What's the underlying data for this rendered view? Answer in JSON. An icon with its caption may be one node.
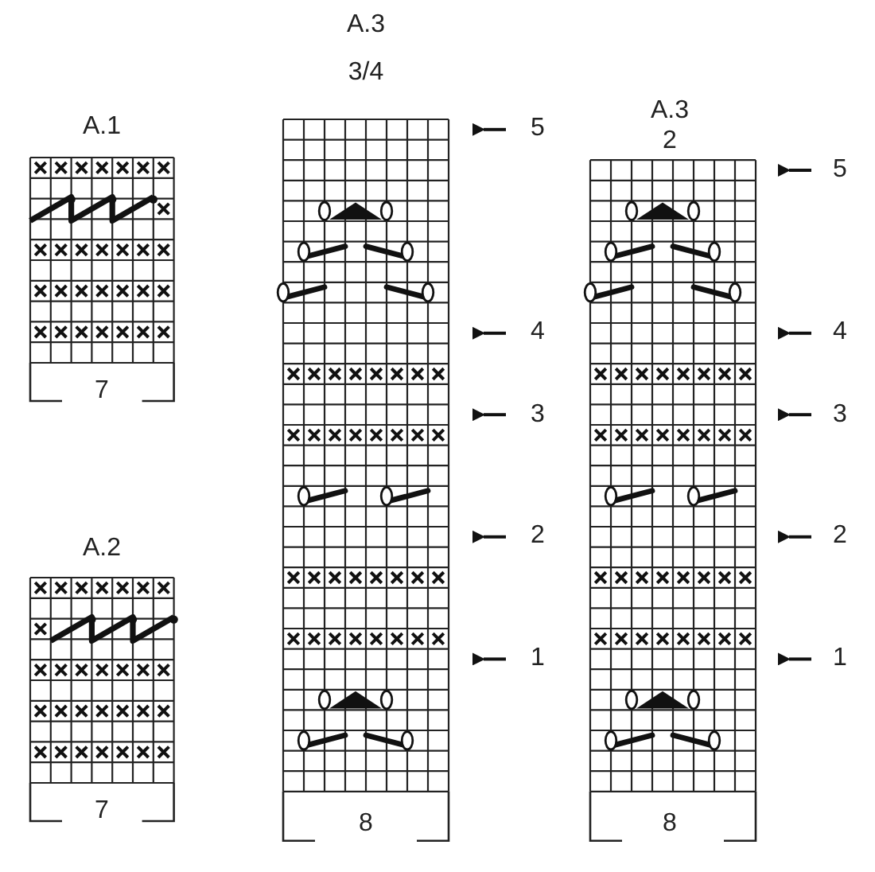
{
  "diagram": {
    "labels": [
      "A.1",
      "7",
      "A.2",
      "7",
      "A.3",
      "3/4",
      "5",
      "4",
      "3",
      "2",
      "1",
      "8",
      "A.3",
      "2",
      "5",
      "4",
      "3",
      "2",
      "1",
      "8"
    ]
  }
}
